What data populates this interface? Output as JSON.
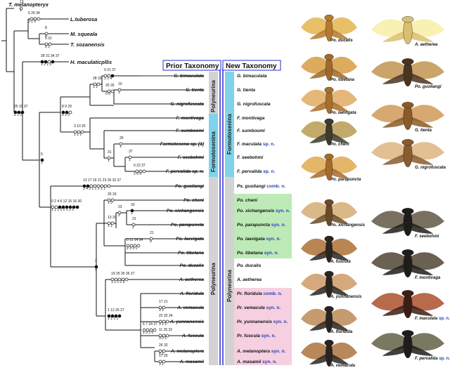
{
  "headers": {
    "prior": "Prior Taxonomy",
    "new": "New Taxonomy"
  },
  "bands": {
    "polyneurina": "Polyneurina",
    "formotosenina": "Formotosenina"
  },
  "outgroups": [
    {
      "name": "T. melanopteryx"
    },
    {
      "name": "L.tuberosa"
    },
    {
      "name": "M. squeala"
    },
    {
      "name": "T. sozanensis"
    },
    {
      "name": "H. maculaticpllis"
    }
  ],
  "taxa": [
    {
      "old": "G. bimaculata",
      "new": "G. bimaculata",
      "note": ""
    },
    {
      "old": "G. tienta",
      "new": "G. tienta",
      "note": ""
    },
    {
      "old": "G. nigrofuscata",
      "new": "G. nigrofuscata",
      "note": ""
    },
    {
      "old": "F. montivaga",
      "new": "F. montivaga",
      "note": ""
    },
    {
      "old": "F. sumboomi",
      "new": "F. sumboomi",
      "note": ""
    },
    {
      "old": "Formotosena sp. [1]",
      "new": "F. maculata",
      "note": "sp. n."
    },
    {
      "old": "F. seebohmi",
      "new": "F. seebohmi",
      "note": ""
    },
    {
      "old": "F. pervalida sp. n.",
      "new": "F. pervalida",
      "note": "sp. n."
    },
    {
      "old": "Po. guoliangi",
      "new": "Ps. guoliangi",
      "note": "comb. n."
    },
    {
      "old": "Po. cheni",
      "new": "Po. cheni",
      "note": ""
    },
    {
      "old": "Po. xichangensis",
      "new": "Po. xichangensis",
      "note": "syn. n."
    },
    {
      "old": "Po. parapuncta",
      "new": "Po. parapuncta",
      "note": "syn. n."
    },
    {
      "old": "Po. laevigata",
      "new": "Po. laevigata",
      "note": "syn. n."
    },
    {
      "old": "Po. tibetana",
      "new": "Po. tibetana",
      "note": "syn. n."
    },
    {
      "old": "Po. ducalis",
      "new": "Po. ducalis",
      "note": ""
    },
    {
      "old": "A. aetherea",
      "new": "A. aetherea",
      "note": ""
    },
    {
      "old": "A. floridula",
      "new": "Pr. floridula",
      "note": "comb. n."
    },
    {
      "old": "A. vemacula",
      "new": "Pr. vemacula",
      "note": "syn. n."
    },
    {
      "old": "A. yunnanensis",
      "new": "Pr. yunnanensis",
      "note": "syn. n."
    },
    {
      "old": "A. fuscula",
      "new": "Pr. fuscula",
      "note": "syn. n."
    },
    {
      "old": "A. melanoptera",
      "new": "A. melanoptera",
      "note": "syn. n."
    },
    {
      "old": "A. masamii",
      "new": "A. masamii",
      "note": "syn. n."
    }
  ],
  "node_labels": [
    {
      "top": "13",
      "bot": "1"
    },
    {
      "top": "6 26 34",
      "bot": "0 1 0"
    },
    {
      "top": "8",
      "bot": "0"
    },
    {
      "top": "5 31",
      "bot": "0 1"
    },
    {
      "top": "28 31 34 37",
      "bot": "1 2 1 3"
    },
    {
      "top": "25 33 37",
      "bot": "2 1 2"
    },
    {
      "top": "0 21 37",
      "bot": "1 1 4"
    },
    {
      "top": "28 32",
      "bot": "1 1"
    },
    {
      "top": "10",
      "bot": "1"
    },
    {
      "top": "25 26",
      "bot": "0 0"
    },
    {
      "top": "8 9 29",
      "bot": "0 1 0"
    },
    {
      "top": "3 10 25",
      "bot": "1 1 1"
    },
    {
      "top": "26",
      "bot": "1"
    },
    {
      "top": "31",
      "bot": "1"
    },
    {
      "top": "37",
      "bot": "1"
    },
    {
      "top": "0 22 37",
      "bot": "2 0 0"
    },
    {
      "top": "5",
      "bot": "1"
    },
    {
      "top": "0 2 4 6 12 15 16 30",
      "bot": "1 1 1 2 2 1 1 1"
    },
    {
      "top": "13 17 19 21 23 26 32 37",
      "bot": "2 4 3 1 1 1 1 1"
    },
    {
      "top": "25 33",
      "bot": "1 0"
    },
    {
      "top": "33",
      "bot": "2"
    },
    {
      "top": "23",
      "bot": "2"
    },
    {
      "top": "21",
      "bot": "2"
    },
    {
      "top": "13 20",
      "bot": "1 1"
    },
    {
      "top": "21",
      "bot": "0"
    },
    {
      "top": "0 11 14 34",
      "bot": "2 3 3 1"
    },
    {
      "top": "3",
      "bot": "2"
    },
    {
      "top": "19 25 35 36 37",
      "bot": "1 1 1 2 3"
    },
    {
      "top": "1 12 26 27",
      "bot": "1 1 1 1"
    },
    {
      "top": "17 21",
      "bot": "3 1"
    },
    {
      "top": "22 32 34",
      "bot": "3 1 1"
    },
    {
      "top": "6 7 24 37",
      "bot": "1 0 1 0"
    },
    {
      "top": "11 26 32",
      "bot": "3 0 1"
    },
    {
      "top": "26 32",
      "bot": "0 1"
    },
    {
      "top": "17 26",
      "bot": "3 1"
    }
  ],
  "specimens_left": [
    "Po. ducalis",
    "Po. tibetana",
    "Po. laevigata",
    "Po. cheni",
    "Po. parapuncta",
    "Po. xichangensis",
    "A. fuscula",
    "A. yunnanensis",
    "A. floridula",
    "A. vemacula"
  ],
  "specimens_right": [
    "A. aetherea",
    "Po. guoliangi",
    "G. tienta",
    "G. nigrofuscata",
    "F. seebohmi",
    "F. montivaga",
    "F. maculata",
    "F. pervalida"
  ],
  "specimen_note": "sp. n.",
  "colors": {
    "prior_band": "#d3d3d3",
    "form_band": "#7fd3ea",
    "green_box": "#bdeab6",
    "pink_box": "#f6cfe0",
    "blue_text": "#1f3fb8",
    "divider": "#2a2ad0"
  }
}
